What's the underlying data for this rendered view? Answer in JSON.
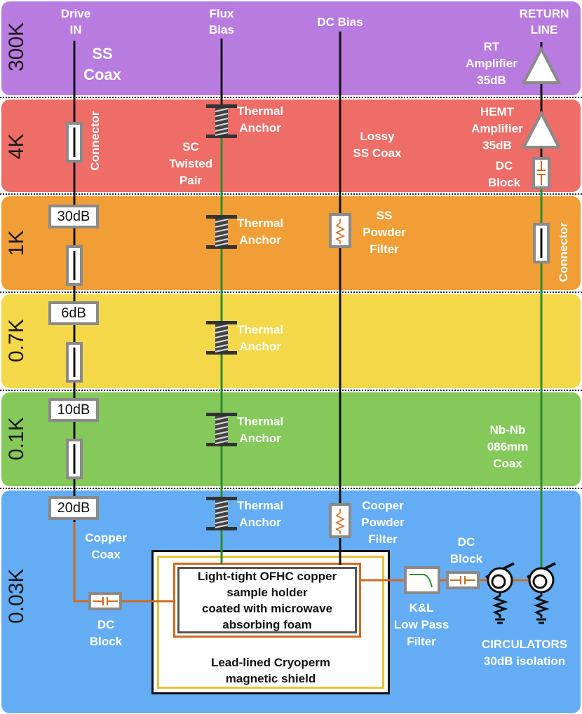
{
  "stages": [
    {
      "temperature": "300K",
      "color": "#b87be0"
    },
    {
      "temperature": "4K",
      "color": "#ee6d67"
    },
    {
      "temperature": "1K",
      "color": "#f19e37"
    },
    {
      "temperature": "0.7K",
      "color": "#f4d84a"
    },
    {
      "temperature": "0.1K",
      "color": "#84c95a"
    },
    {
      "temperature": "0.03K",
      "color": "#64adf5"
    }
  ],
  "lines": {
    "drive_in": "Drive\nIN",
    "flux_bias": "Flux\nBias",
    "dc_bias": "DC Bias",
    "return_line": "RETURN\nLINE"
  },
  "labels": {
    "ss_coax": "SS\nCoax",
    "connector_left": "Connector",
    "connector_right": "Connector",
    "thermal_anchor": "Thermal\nAnchor",
    "sc_twisted_pair": "SC\nTwisted\nPair",
    "lossy_ss_coax": "Lossy\nSS Coax",
    "ss_powder_filter": "SS\nPowder\nFilter",
    "cooper_powder_filter": "Cooper\nPowder\nFilter",
    "rt_amplifier": "RT\nAmplifier\n35dB",
    "hemt_amplifier": "HEMT\nAmplifier\n35dB",
    "dc_block_top": "DC\nBlock",
    "dc_block_right": "DC\nBlock",
    "dc_block_bottom": "DC\nBlock",
    "nb_coax": "Nb-Nb\n086mm\nCoax",
    "copper_coax": "Copper\nCoax",
    "kl_filter": "K&L\nLow Pass\nFilter",
    "circulators": "CIRCULATORS\n30dB isolation",
    "sample_holder": "Light-tight OFHC copper\nsample holder\ncoated with microwave\nabsorbing foam",
    "shield": "Lead-lined Cryoperm\nmagnetic shield"
  },
  "attenuators": [
    "30dB",
    "6dB",
    "10dB",
    "20dB"
  ]
}
